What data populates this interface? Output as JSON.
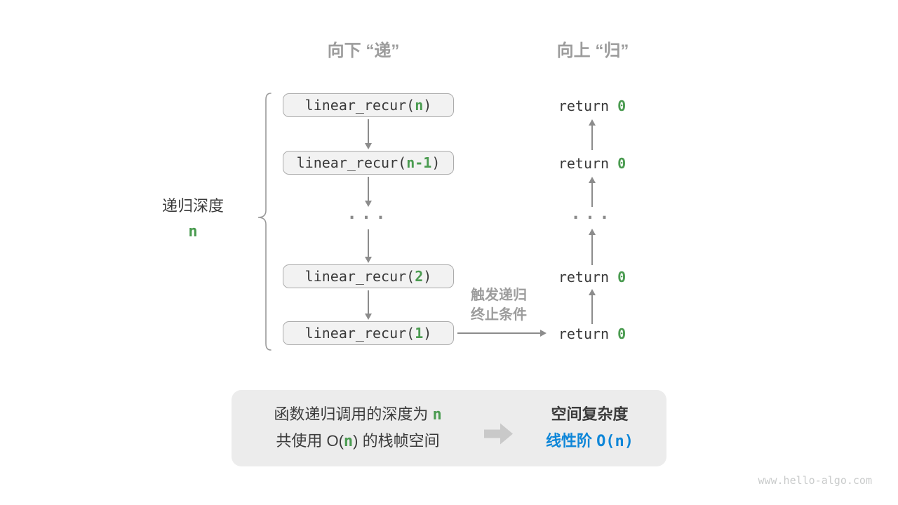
{
  "colors": {
    "green": "#4a9b50",
    "blue": "#0e86d8",
    "label_gray": "#9c9c9c",
    "arrow_gray": "#8c8c8c",
    "box_fill": "#f2f2f2",
    "box_border": "#ababab",
    "panel_fill": "#ececec",
    "text_dark": "#3a3a3a"
  },
  "headers": {
    "descend": "向下 “递”",
    "ascend": "向上 “归”"
  },
  "depth": {
    "label": "递归深度",
    "value": "n"
  },
  "calls": [
    {
      "pre": "linear_recur(",
      "arg": "n",
      "post": ")"
    },
    {
      "pre": "linear_recur(",
      "arg": "n-1",
      "post": ")"
    },
    {
      "pre": "linear_recur(",
      "arg": "2",
      "post": ")"
    },
    {
      "pre": "linear_recur(",
      "arg": "1",
      "post": ")"
    }
  ],
  "returns": [
    {
      "pre": "return ",
      "val": "0"
    },
    {
      "pre": "return ",
      "val": "0"
    },
    {
      "pre": "return ",
      "val": "0"
    },
    {
      "pre": "return ",
      "val": "0"
    }
  ],
  "ellipsis": "···",
  "trigger": {
    "line1": "触发递归",
    "line2": "终止条件"
  },
  "summary": {
    "depth_pre": "函数递归调用的深度为 ",
    "depth_hl": "n",
    "space_pre": "共使用 O(",
    "space_hl": "n",
    "space_post": ") 的栈帧空间",
    "title": "空间复杂度",
    "result_label": "线性阶 ",
    "result_code": "O(n)"
  },
  "watermark": "www.hello-algo.com"
}
